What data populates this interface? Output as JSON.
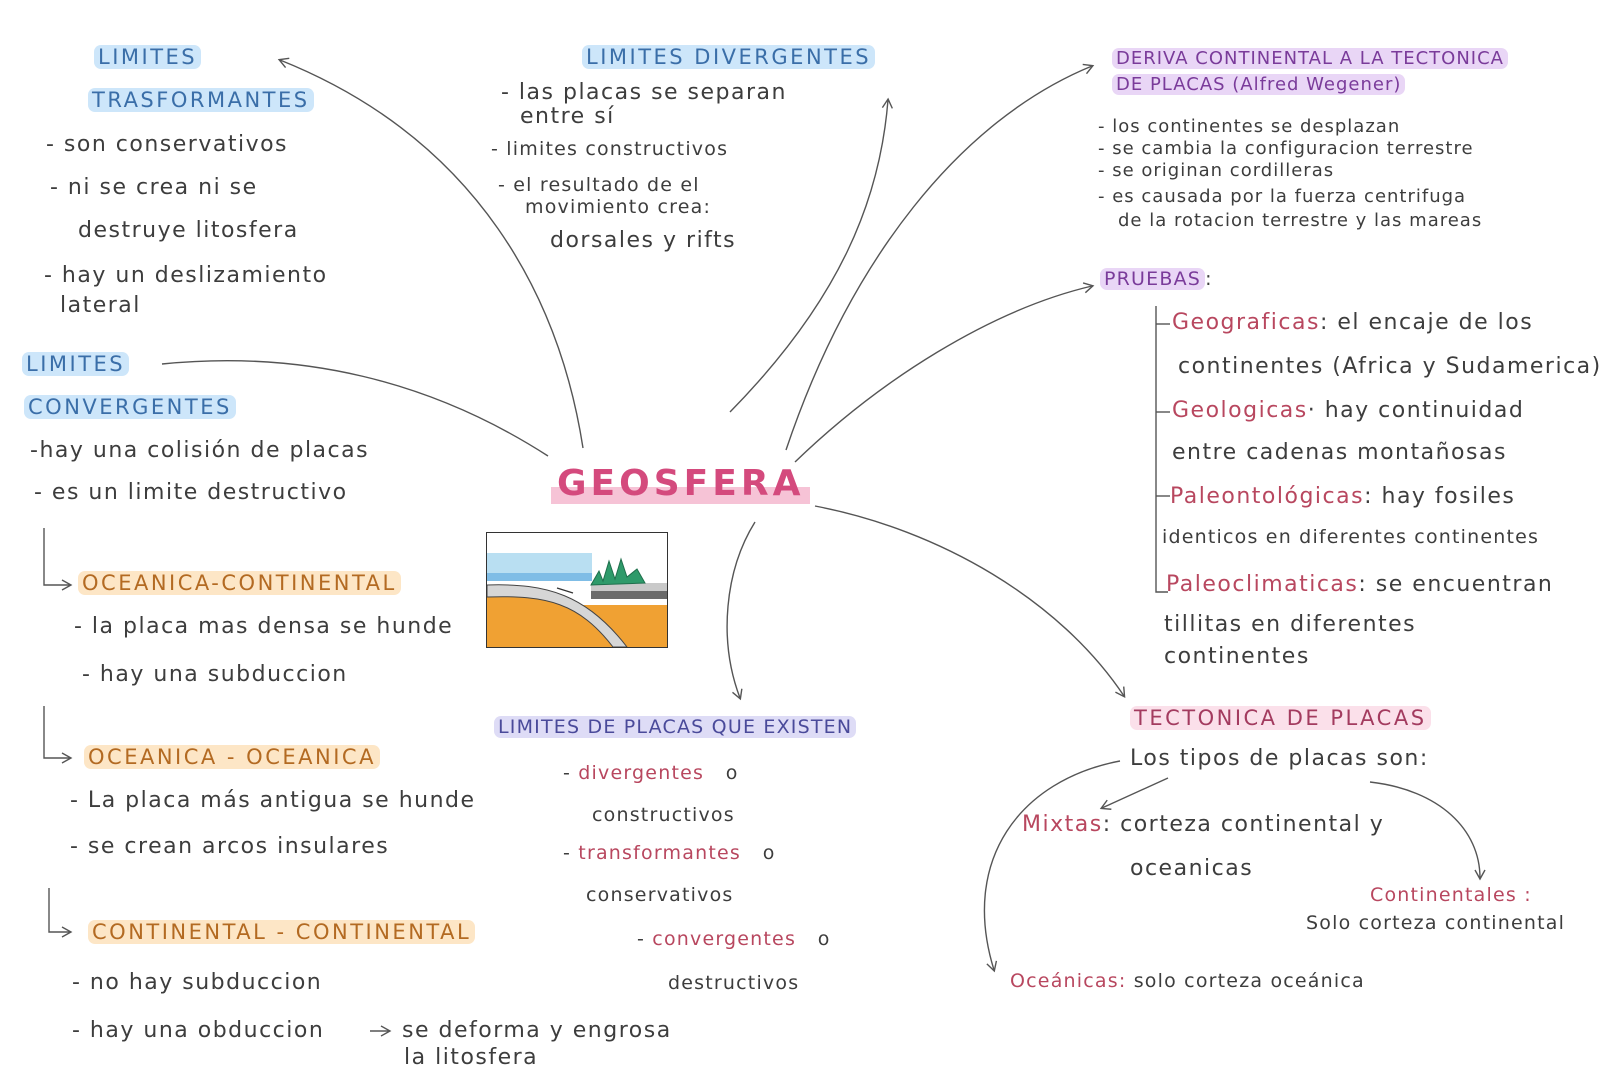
{
  "center": "GEOSFERA",
  "transform": {
    "title1": "LIMITES",
    "title2": "TRASFORMANTES",
    "items": [
      "- son conservativos",
      "- ni se crea ni se",
      "destruye litosfera",
      "- hay un deslizamiento",
      "lateral"
    ]
  },
  "convergent": {
    "title1": "LIMITES",
    "title2": "CONVERGENTES",
    "items": [
      "-hay una colisión de placas",
      "- es un limite destructivo"
    ],
    "oc": {
      "title": "OCEANICA-CONTINENTAL",
      "items": [
        "- la placa mas densa se hunde",
        "- hay una subduccion"
      ]
    },
    "oo": {
      "title": "OCEANICA - OCEANICA",
      "items": [
        "- La placa más antigua se hunde",
        "- se crean arcos insulares"
      ]
    },
    "cc": {
      "title": "CONTINENTAL - CONTINENTAL",
      "items": [
        "- no hay subduccion",
        "- hay una obduccion",
        "se deforma y engrosa",
        "la litosfera"
      ]
    }
  },
  "divergent": {
    "title": "LIMITES DIVERGENTES",
    "items": [
      "- las placas se separan",
      "entre sí",
      "- limites constructivos",
      "- el resultado de el",
      "movimiento crea:",
      "dorsales y rifts"
    ]
  },
  "limites_placas": {
    "title": "LIMITES DE PLACAS QUE EXISTEN",
    "items": [
      {
        "term": "divergentes",
        "rest": "o",
        "next": "constructivos"
      },
      {
        "term": "transformantes",
        "rest": "o",
        "next": "conservativos"
      },
      {
        "term": "convergentes",
        "rest": "o",
        "next": "destructivos"
      }
    ]
  },
  "deriva": {
    "title1": "DERIVA CONTINENTAL A LA TECTONICA",
    "title2": "DE PLACAS (Alfred Wegener)",
    "items": [
      "- los continentes se desplazan",
      "- se cambia la configuracion terrestre",
      "- se originan cordilleras",
      "- es causada por la fuerza centrifuga",
      "de la rotacion terrestre y las mareas"
    ]
  },
  "pruebas": {
    "title": "PRUEBAS",
    "colon": ":",
    "items": [
      {
        "term": "Geograficas",
        "text": ": el encaje de los",
        "next": "continentes (Africa y Sudamerica)"
      },
      {
        "term": "Geologicas",
        "text": "· hay continuidad",
        "next": "entre cadenas montañosas"
      },
      {
        "term": "Paleontológicas",
        "text": ": hay fosiles",
        "next": "identicos en diferentes continentes"
      },
      {
        "term": "Paleoclimaticas",
        "text": ": se encuentran",
        "next": "tillitas en diferentes",
        "next2": "continentes"
      }
    ]
  },
  "tectonica": {
    "title": "TECTONICA DE PLACAS",
    "intro": "Los tipos de placas son:",
    "mixtas_term": "Mixtas",
    "mixtas_text": ": corteza continental y",
    "mixtas_next": "oceanicas",
    "cont_term": "Continentales :",
    "cont_text": "Solo corteza continental",
    "oce_term": "Oceánicas:",
    "oce_text": "solo corteza oceánica"
  },
  "colors": {
    "blue_hl": "#cde6fa",
    "purple_hl": "#e9d6f6",
    "orange_hl": "#fde6c6",
    "pink_hl": "#fbe0ea",
    "center": "#d44a7d"
  }
}
